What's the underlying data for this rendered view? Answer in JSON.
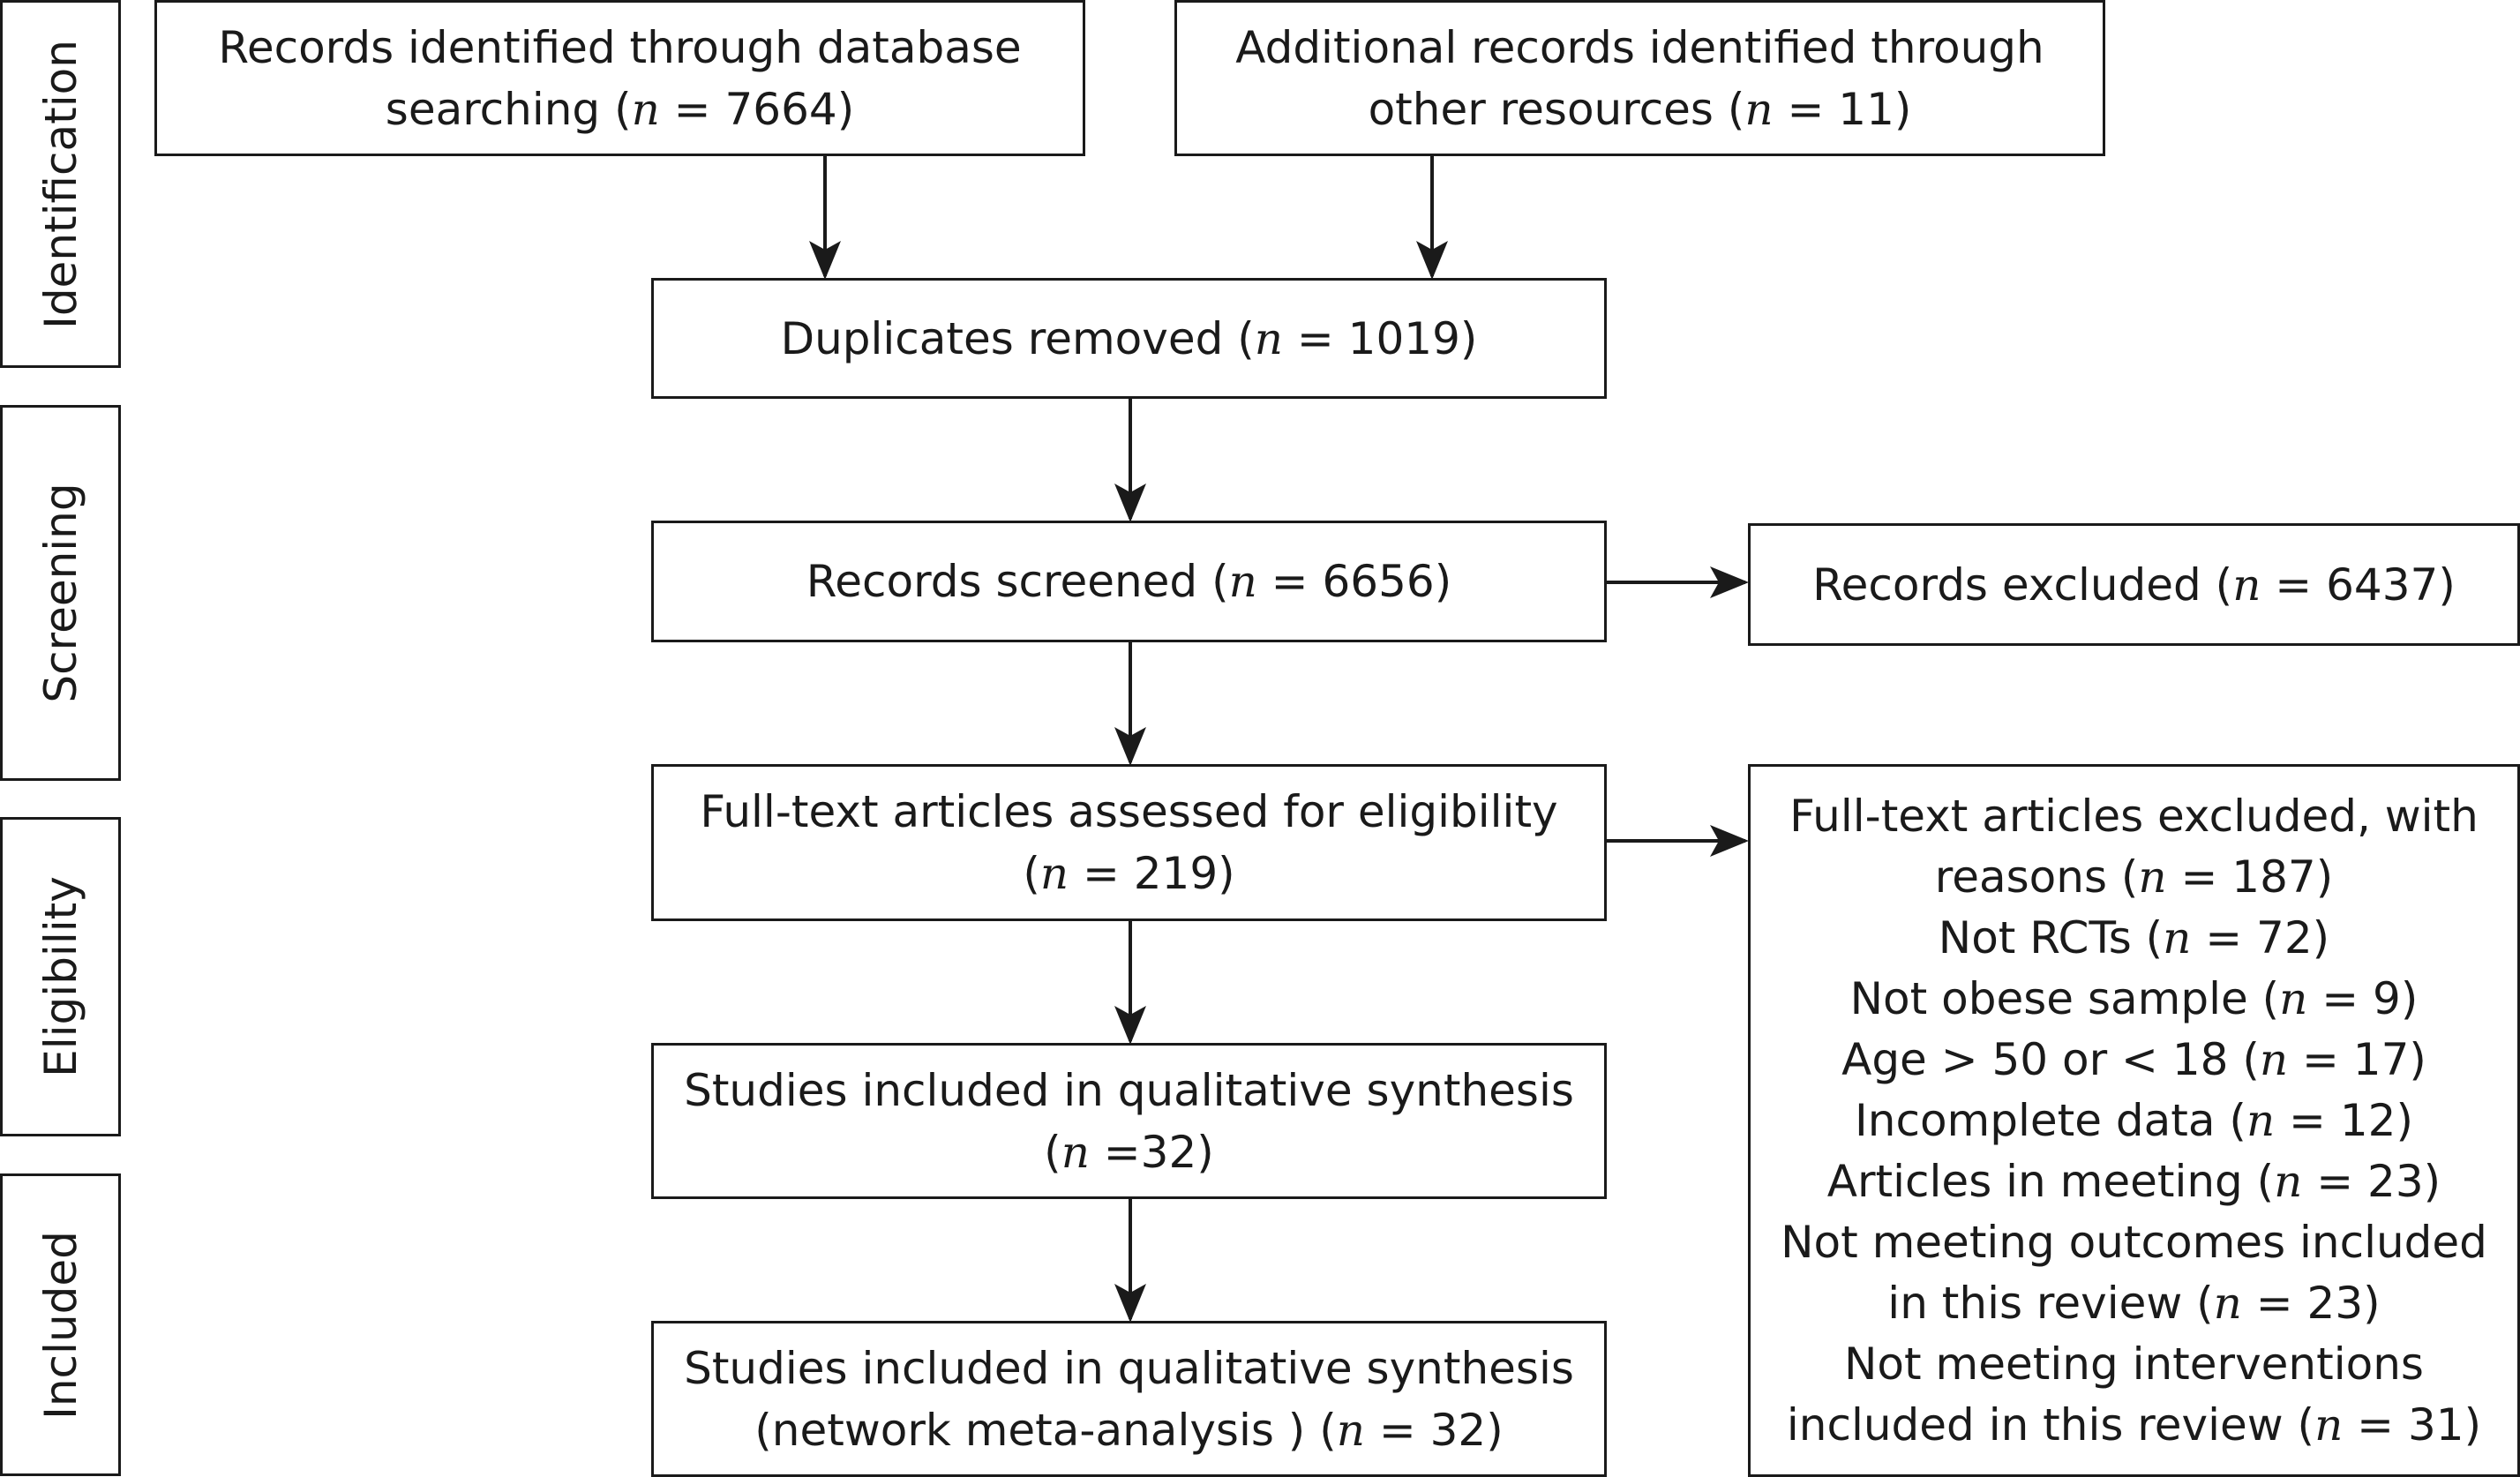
{
  "stages": {
    "identification": "Identification",
    "screening": "Screening",
    "eligibility": "Eligibility",
    "included": "Included"
  },
  "nodes": {
    "db_search": {
      "line1": "Records identified through database",
      "line2_prefix": "searching (",
      "n_symbol": "n",
      "line2_suffix": " = 7664)"
    },
    "other_sources": {
      "line1": "Additional records identified through",
      "line2_prefix": "other resources (",
      "n_symbol": "n",
      "line2_suffix": " = 11)"
    },
    "duplicates": {
      "prefix": "Duplicates removed (",
      "n_symbol": "n",
      "suffix": " = 1019)"
    },
    "screened": {
      "prefix": "Records screened (",
      "n_symbol": "n",
      "suffix": " = 6656)"
    },
    "excluded": {
      "prefix": "Records excluded (",
      "n_symbol": "n",
      "suffix": " = 6437)"
    },
    "fulltext": {
      "line1": "Full-text articles assessed for eligibility",
      "line2_prefix": "(",
      "n_symbol": "n",
      "line2_suffix": " = 219)"
    },
    "fulltext_excluded": {
      "title_line1": "Full-text articles excluded, with",
      "title_line2_prefix": "reasons (",
      "n_symbol": "n",
      "title_line2_suffix": " = 187)",
      "reasons": [
        {
          "prefix": "Not RCTs (",
          "n": "n",
          "suffix": " = 72)"
        },
        {
          "prefix": "Not obese sample (",
          "n": "n",
          "suffix": " = 9)"
        },
        {
          "prefix": "Age > 50 or < 18 (",
          "n": "n",
          "suffix": " = 17)"
        },
        {
          "prefix": "Incomplete data (",
          "n": "n",
          "suffix": " = 12)"
        },
        {
          "prefix": "Articles in meeting (",
          "n": "n",
          "suffix": " = 23)"
        },
        {
          "line1": "Not meeting outcomes included",
          "prefix": "in this review (",
          "n": "n",
          "suffix": " = 23)"
        },
        {
          "line1": "Not meeting interventions",
          "prefix": "included in this review (",
          "n": "n",
          "suffix": " = 31)"
        }
      ]
    },
    "qualitative": {
      "line1": "Studies included in qualitative synthesis",
      "line2_prefix": "(",
      "n_symbol": "n",
      "line2_suffix": " =32)"
    },
    "network": {
      "line1": "Studies included in qualitative synthesis",
      "line2_prefix": "(network meta-analysis ) (",
      "n_symbol": "n",
      "line2_suffix": " = 32)"
    }
  },
  "colors": {
    "stroke": "#1a1a1a",
    "background": "#ffffff"
  }
}
